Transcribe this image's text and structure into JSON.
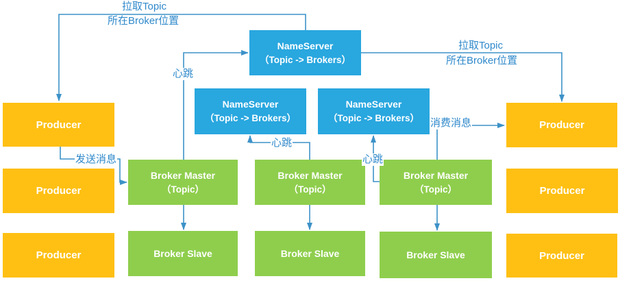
{
  "colors": {
    "nameserver_fill": "#29A7DF",
    "broker_fill": "#8FCE4D",
    "producer_fill": "#FFC013",
    "edge": "#3D92C8",
    "edge_label_text": "#2F89CB",
    "node_text": "#FFFFFF"
  },
  "nodes": {
    "nameserver_top": {
      "title": "NameServer",
      "subtitle": "（Topic -> Brokers）"
    },
    "nameserver_left": {
      "title": "NameServer",
      "subtitle": "（Topic -> Brokers）"
    },
    "nameserver_right": {
      "title": "NameServer",
      "subtitle": "（Topic -> Brokers）"
    },
    "broker_master_1": {
      "title": "Broker Master",
      "subtitle": "（Topic）"
    },
    "broker_master_2": {
      "title": "Broker Master",
      "subtitle": "（Topic）"
    },
    "broker_master_3": {
      "title": "Broker Master",
      "subtitle": "（Topic）"
    },
    "broker_slave_1": {
      "title": "Broker Slave"
    },
    "broker_slave_2": {
      "title": "Broker Slave"
    },
    "broker_slave_3": {
      "title": "Broker Slave"
    },
    "producer_left_1": {
      "title": "Producer"
    },
    "producer_left_2": {
      "title": "Producer"
    },
    "producer_left_3": {
      "title": "Producer"
    },
    "producer_right_1": {
      "title": "Producer"
    },
    "producer_right_2": {
      "title": "Producer"
    },
    "producer_right_3": {
      "title": "Producer"
    }
  },
  "edge_labels": {
    "pull_topic_left": {
      "line1": "拉取Topic",
      "line2": "所在Broker位置"
    },
    "pull_topic_right": {
      "line1": "拉取Topic",
      "line2": "所在Broker位置"
    },
    "heartbeat_1": "心跳",
    "heartbeat_2": "心跳",
    "heartbeat_3": "心跳",
    "send_message": "发送消息",
    "consume_message": "消费消息"
  }
}
